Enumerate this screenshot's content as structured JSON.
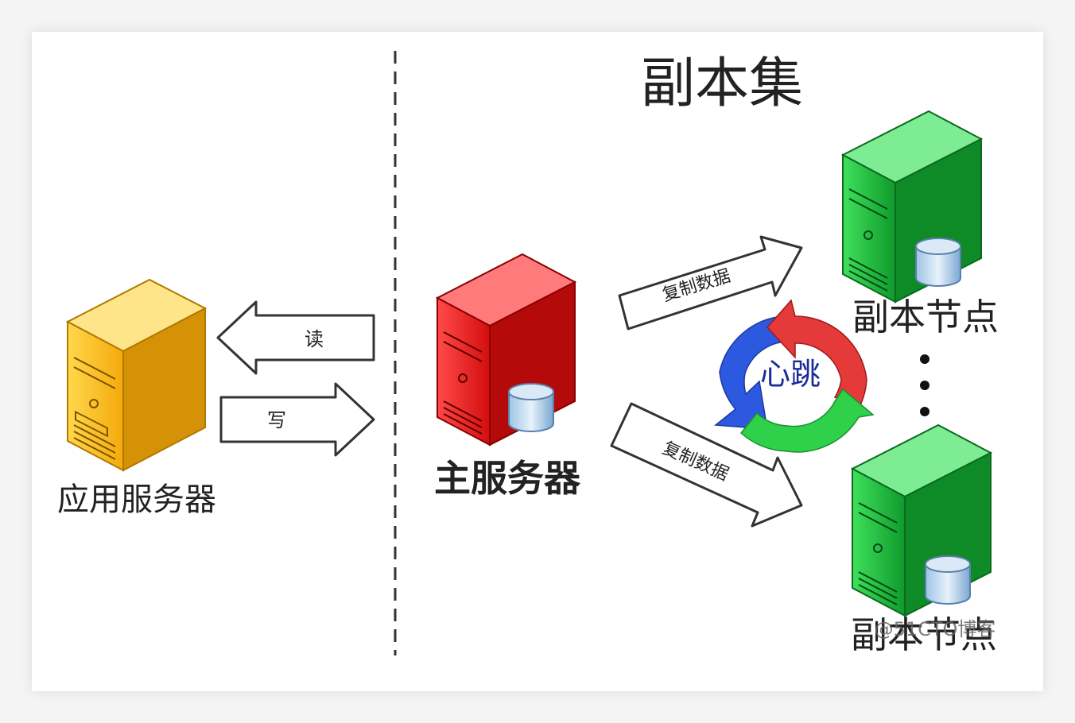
{
  "title": "副本集",
  "app_server": {
    "label": "应用服务器"
  },
  "read_label": "读",
  "write_label": "写",
  "primary": {
    "label": "主服务器"
  },
  "replicate_label": "复制数据",
  "heartbeat_label": "心跳",
  "replica_nodes": [
    {
      "label": "副本节点"
    },
    {
      "label": "副本节点"
    }
  ],
  "watermark": "@51CTO博客",
  "colors": {
    "app_server": "#f6b21c",
    "primary": "#e81717",
    "replica": "#17b23a",
    "heartbeat_blue": "#2d59e0",
    "heartbeat_red": "#e43a3a",
    "heartbeat_green": "#2fd04a"
  }
}
